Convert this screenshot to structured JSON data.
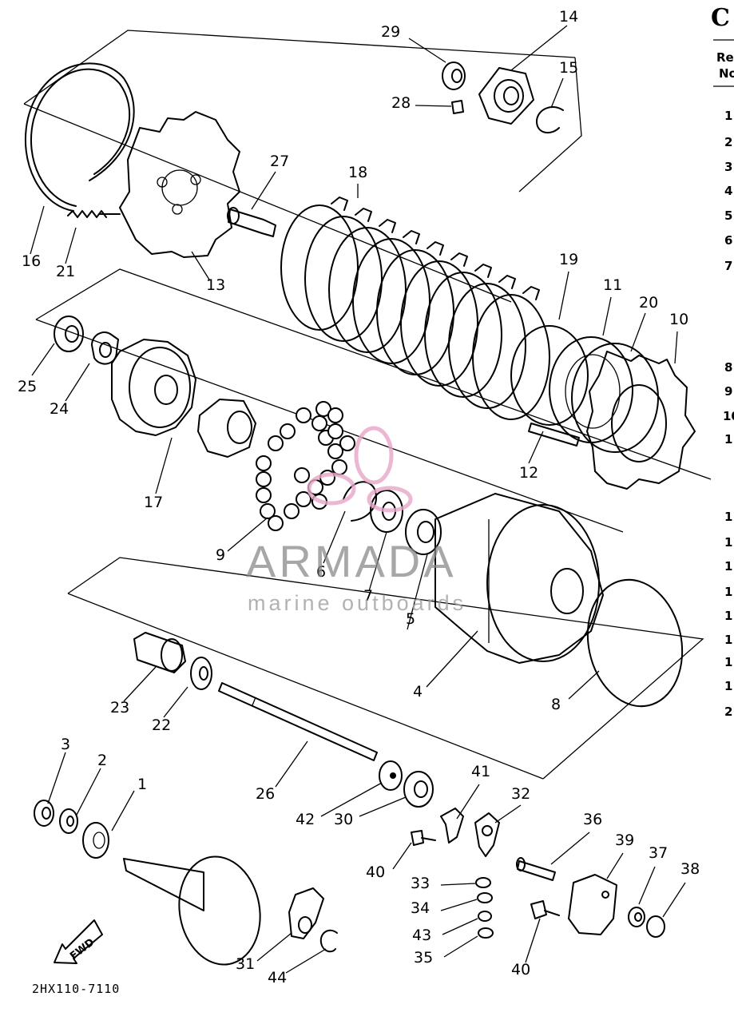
{
  "header": {
    "title_fragment": "C"
  },
  "table_header": {
    "col1_line1": "Re",
    "col1_line2": "No"
  },
  "side_refs": [
    "1",
    "2",
    "3",
    "4",
    "5",
    "6",
    "7",
    "8",
    "9",
    "10",
    "1",
    "1",
    "1",
    "1",
    "1",
    "1",
    "1",
    "1",
    "1",
    "2"
  ],
  "parts": [
    {
      "id": "p1",
      "label": "1"
    },
    {
      "id": "p2",
      "label": "2"
    },
    {
      "id": "p3",
      "label": "3"
    },
    {
      "id": "p4",
      "label": "4"
    },
    {
      "id": "p5",
      "label": "5"
    },
    {
      "id": "p6",
      "label": "6"
    },
    {
      "id": "p7",
      "label": "7"
    },
    {
      "id": "p8",
      "label": "8"
    },
    {
      "id": "p9",
      "label": "9"
    },
    {
      "id": "p10",
      "label": "10"
    },
    {
      "id": "p11",
      "label": "11"
    },
    {
      "id": "p12",
      "label": "12"
    },
    {
      "id": "p13",
      "label": "13"
    },
    {
      "id": "p14",
      "label": "14"
    },
    {
      "id": "p15",
      "label": "15"
    },
    {
      "id": "p16",
      "label": "16"
    },
    {
      "id": "p17",
      "label": "17"
    },
    {
      "id": "p18",
      "label": "18"
    },
    {
      "id": "p19",
      "label": "19"
    },
    {
      "id": "p20",
      "label": "20"
    },
    {
      "id": "p21",
      "label": "21"
    },
    {
      "id": "p22",
      "label": "22"
    },
    {
      "id": "p23",
      "label": "23"
    },
    {
      "id": "p24",
      "label": "24"
    },
    {
      "id": "p25",
      "label": "25"
    },
    {
      "id": "p26",
      "label": "26"
    },
    {
      "id": "p27",
      "label": "27"
    },
    {
      "id": "p28",
      "label": "28"
    },
    {
      "id": "p29",
      "label": "29"
    },
    {
      "id": "p30",
      "label": "30"
    },
    {
      "id": "p31",
      "label": "31"
    },
    {
      "id": "p32",
      "label": "32"
    },
    {
      "id": "p33",
      "label": "33"
    },
    {
      "id": "p34",
      "label": "34"
    },
    {
      "id": "p35",
      "label": "35"
    },
    {
      "id": "p36",
      "label": "36"
    },
    {
      "id": "p37",
      "label": "37"
    },
    {
      "id": "p38",
      "label": "38"
    },
    {
      "id": "p39",
      "label": "39"
    },
    {
      "id": "p40a",
      "label": "40"
    },
    {
      "id": "p40b",
      "label": "40"
    },
    {
      "id": "p41",
      "label": "41"
    },
    {
      "id": "p42",
      "label": "42"
    },
    {
      "id": "p43",
      "label": "43"
    },
    {
      "id": "p44",
      "label": "44"
    }
  ],
  "fwd_arrow": "FWD",
  "diagram_code": "2HX110-7110",
  "watermark": {
    "brand": "ARMADA",
    "tagline": "marine outboards",
    "logo_color": "#e8a6c8"
  }
}
